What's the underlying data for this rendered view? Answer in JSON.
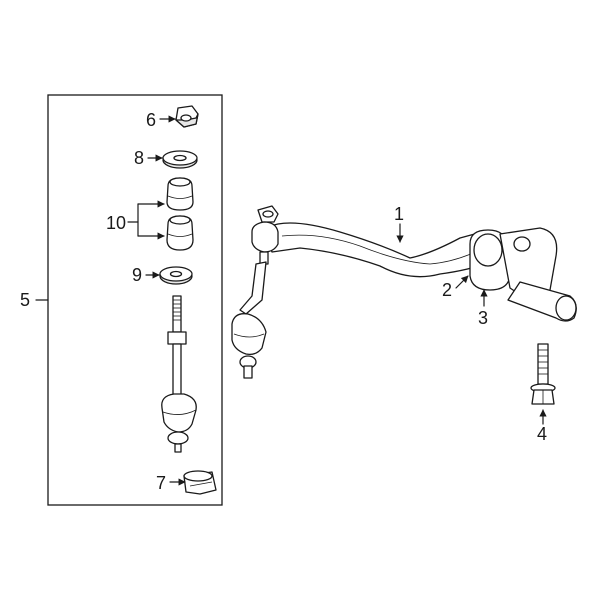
{
  "diagram": {
    "type": "exploded-parts-diagram",
    "callouts": {
      "c1": "1",
      "c2": "2",
      "c3": "3",
      "c4": "4",
      "c5": "5",
      "c6": "6",
      "c7": "7",
      "c8": "8",
      "c9": "9",
      "c10": "10"
    },
    "colors": {
      "line": "#1a1a1a",
      "background": "#ffffff",
      "shade": "#e8e8e8"
    }
  }
}
